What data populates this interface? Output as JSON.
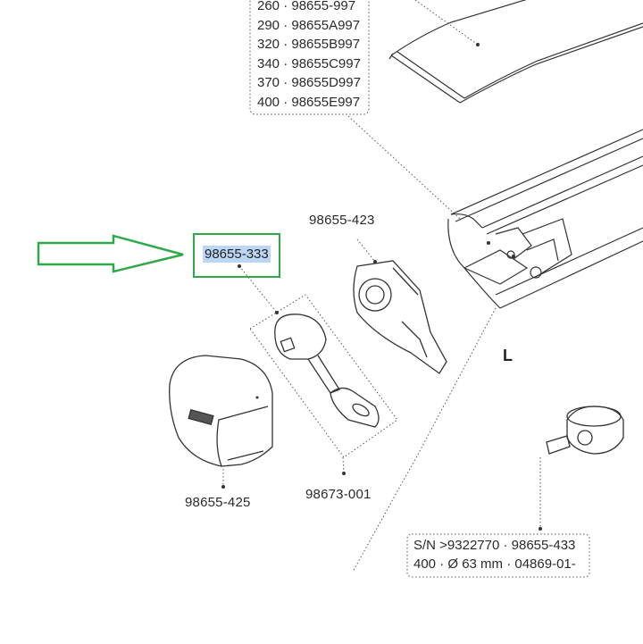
{
  "size_list": [
    "260 · 98655-997",
    "290 · 98655A997",
    "320 · 98655B997",
    "340 · 98655C997",
    "370 · 98655D997",
    "400 · 98655E997"
  ],
  "parts": {
    "highlighted": "98655-333",
    "bracket": "98655-423",
    "cover": "98655-425",
    "clip": "98673-001"
  },
  "serial_box": {
    "line1": "S/N >9322770 · 98655-433",
    "line2": "400 · Ø 63 mm · 04869-01-"
  },
  "side_label": "L",
  "colors": {
    "highlight_border": "#2fa84a",
    "arrow": "#2fa84a",
    "text_highlight": "#bcd6f5",
    "line_art": "#333333"
  }
}
